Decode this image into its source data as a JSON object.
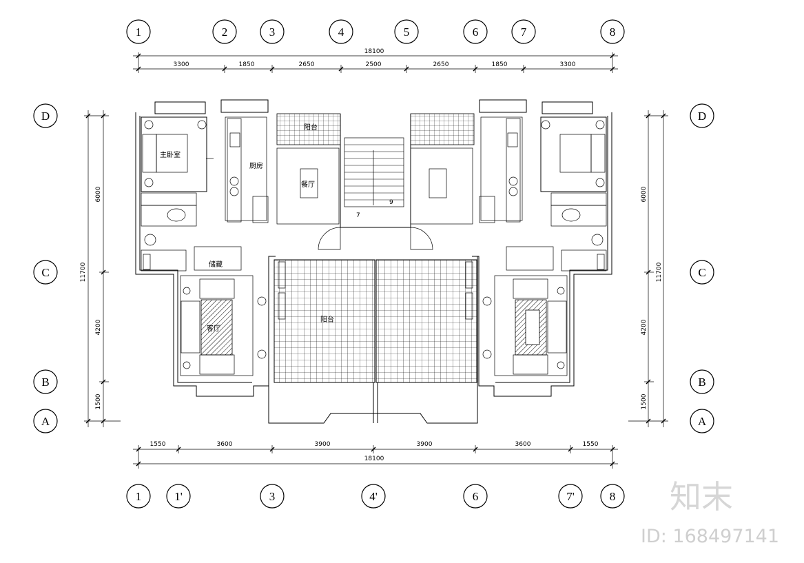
{
  "axes": {
    "top": [
      "1",
      "2",
      "3",
      "4",
      "5",
      "6",
      "7",
      "8"
    ],
    "bottom": [
      "1",
      "1'",
      "3",
      "4'",
      "6",
      "7'",
      "8"
    ],
    "left": [
      "D",
      "C",
      "B",
      "A"
    ],
    "right": [
      "D",
      "C",
      "B",
      "A"
    ]
  },
  "dimensions": {
    "top_total": "18100",
    "top_segments": [
      "3300",
      "1850",
      "2650",
      "2500",
      "2650",
      "1850",
      "3300"
    ],
    "bottom_total": "18100",
    "bottom_segments": [
      "1550",
      "3600",
      "3900",
      "3900",
      "3600",
      "1550"
    ],
    "left_total": "11700",
    "left_segments": [
      "6000",
      "4200",
      "1500"
    ],
    "right_total": "11700",
    "right_segments": [
      "6000",
      "4200",
      "1500"
    ]
  },
  "rooms": {
    "master_bedroom": "主卧室",
    "kitchen": "厨房",
    "dining": "餐厅",
    "balcony_top": "阳台",
    "storage": "储藏",
    "living": "客厅",
    "terrace": "阳台"
  },
  "stair_labels": [
    "7",
    "9"
  ],
  "watermark": {
    "logo": "知末",
    "id": "ID: 168497141"
  }
}
